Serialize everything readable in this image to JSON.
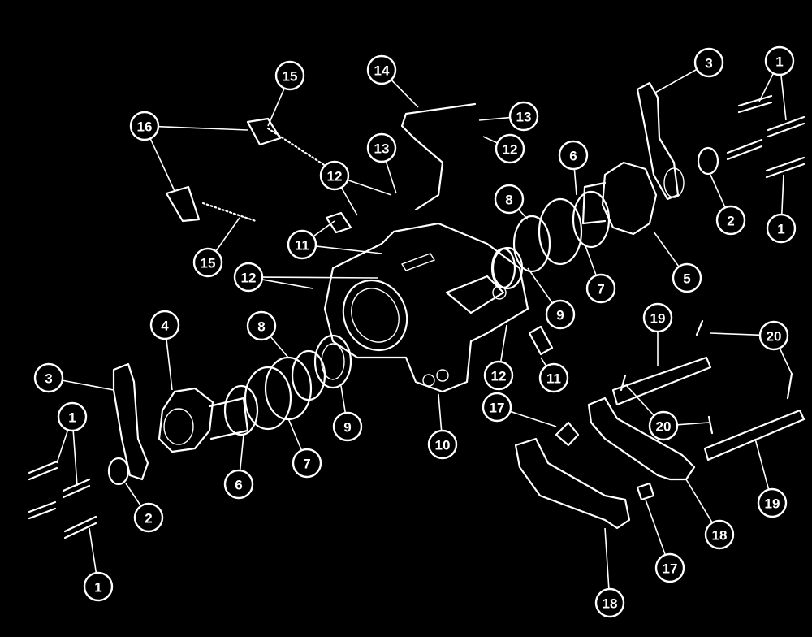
{
  "diagram": {
    "background_color": "#000000",
    "line_color": "#ffffff",
    "callouts": [
      {
        "label": "15"
      },
      {
        "label": "14"
      },
      {
        "label": "3"
      },
      {
        "label": "1"
      },
      {
        "label": "16"
      },
      {
        "label": "13"
      },
      {
        "label": "12"
      },
      {
        "label": "13"
      },
      {
        "label": "12"
      },
      {
        "label": "6"
      },
      {
        "label": "8"
      },
      {
        "label": "2"
      },
      {
        "label": "1"
      },
      {
        "label": "11"
      },
      {
        "label": "15"
      },
      {
        "label": "5"
      },
      {
        "label": "12"
      },
      {
        "label": "7"
      },
      {
        "label": "9"
      },
      {
        "label": "4"
      },
      {
        "label": "8"
      },
      {
        "label": "19"
      },
      {
        "label": "20"
      },
      {
        "label": "12"
      },
      {
        "label": "11"
      },
      {
        "label": "3"
      },
      {
        "label": "9"
      },
      {
        "label": "10"
      },
      {
        "label": "17"
      },
      {
        "label": "20"
      },
      {
        "label": "1"
      },
      {
        "label": "7"
      },
      {
        "label": "6"
      },
      {
        "label": "2"
      },
      {
        "label": "19"
      },
      {
        "label": "18"
      },
      {
        "label": "17"
      },
      {
        "label": "1"
      },
      {
        "label": "18"
      }
    ]
  }
}
